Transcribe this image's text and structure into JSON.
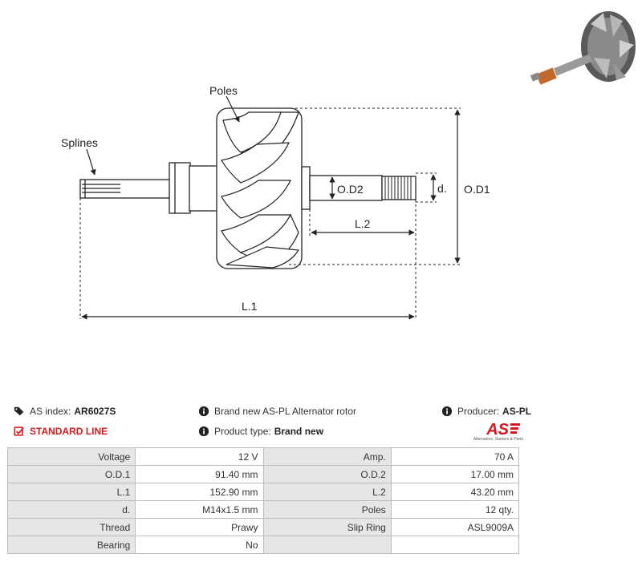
{
  "diagram": {
    "labels": {
      "poles": "Poles",
      "splines": "Splines",
      "od2": "O.D2",
      "d": "d.",
      "od1": "O.D1",
      "l2": "L.2",
      "l1": "L.1"
    }
  },
  "info": {
    "as_index_label": "AS index:",
    "as_index_value": "AR6027S",
    "line": "STANDARD LINE",
    "description": "Brand new AS-PL Alternator rotor",
    "product_type_label": "Product type:",
    "product_type_value": "Brand new",
    "producer_label": "Producer:",
    "producer_value": "AS-PL"
  },
  "logo": {
    "text": "AS",
    "caption": "Alternators, Starters & Parts"
  },
  "specs": [
    {
      "k1": "Voltage",
      "v1": "12 V",
      "k2": "Amp.",
      "v2": "70 A"
    },
    {
      "k1": "O.D.1",
      "v1": "91.40 mm",
      "k2": "O.D.2",
      "v2": "17.00 mm"
    },
    {
      "k1": "L.1",
      "v1": "152.90 mm",
      "k2": "L.2",
      "v2": "43.20 mm"
    },
    {
      "k1": "d.",
      "v1": "M14x1.5 mm",
      "k2": "Poles",
      "v2": "12 qty."
    },
    {
      "k1": "Thread",
      "v1": "Prawy",
      "k2": "Slip Ring",
      "v2": "ASL9009A"
    },
    {
      "k1": "Bearing",
      "v1": "No",
      "k2": "",
      "v2": ""
    }
  ],
  "colors": {
    "accent": "#d71920",
    "header_cell": "#e6e6e6",
    "border": "#bdbdbd"
  }
}
